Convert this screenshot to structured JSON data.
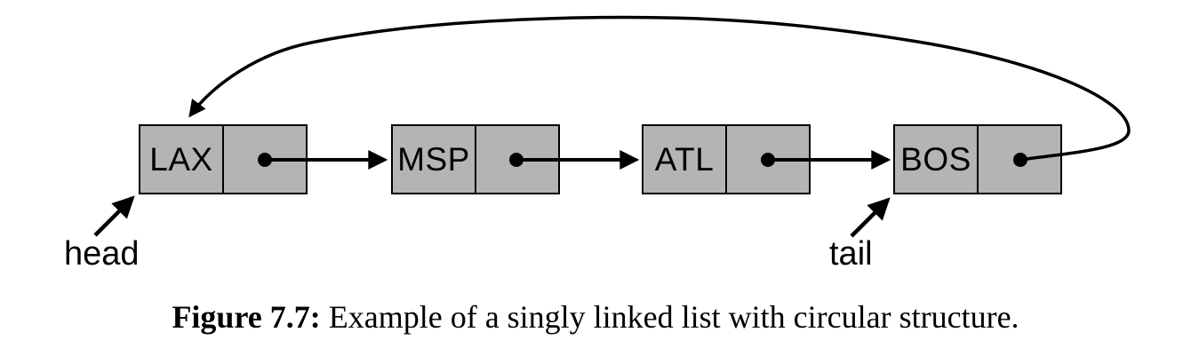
{
  "diagram": {
    "nodes": [
      {
        "label": "LAX"
      },
      {
        "label": "MSP"
      },
      {
        "label": "ATL"
      },
      {
        "label": "BOS"
      }
    ],
    "pointer_labels": {
      "head": "head",
      "tail": "tail"
    },
    "colors": {
      "node-fill": "#b4b4b4",
      "line": "#000000",
      "background": "#ffffff"
    }
  },
  "caption": {
    "label": "Figure 7.7:",
    "text": " Example of a singly linked list with circular structure."
  }
}
